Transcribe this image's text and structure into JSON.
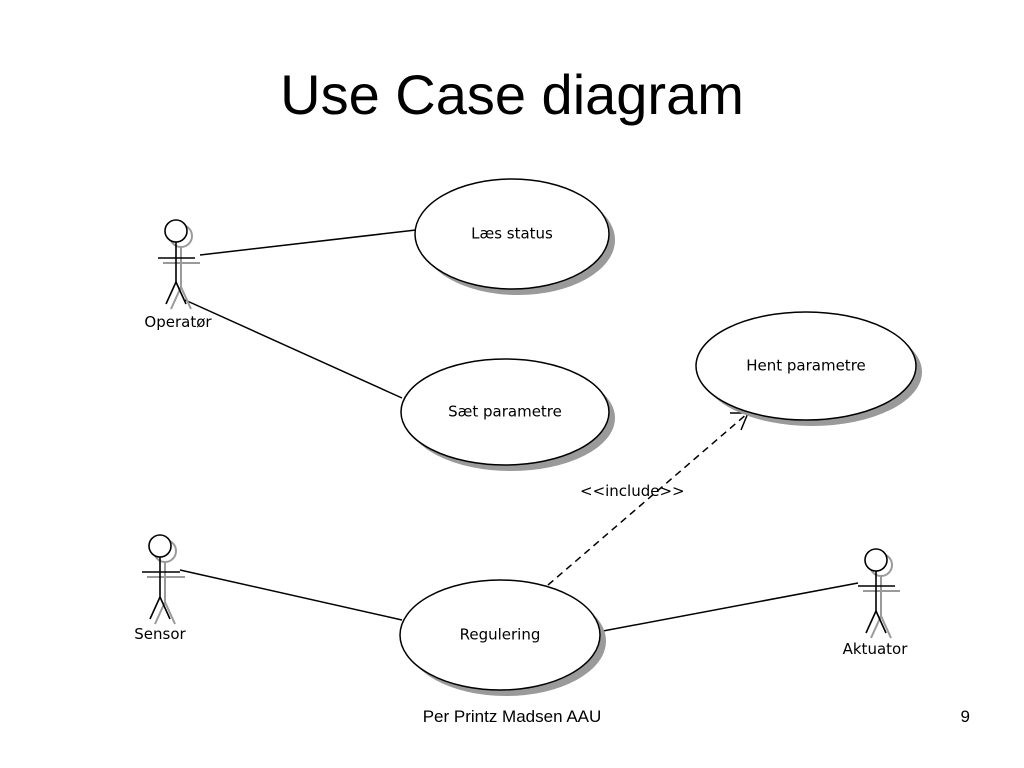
{
  "slide": {
    "title": "Use Case diagram",
    "footer": "Per Printz Madsen AAU",
    "page_number": "9"
  },
  "diagram": {
    "actors": {
      "operator": "Operatør",
      "sensor": "Sensor",
      "aktuator": "Aktuator"
    },
    "use_cases": {
      "laes_status": "Læs status",
      "saet_parametre": "Sæt parametre",
      "hent_parametre": "Hent parametre",
      "regulering": "Regulering"
    },
    "relations": {
      "include_label": "<<include>>"
    }
  }
}
